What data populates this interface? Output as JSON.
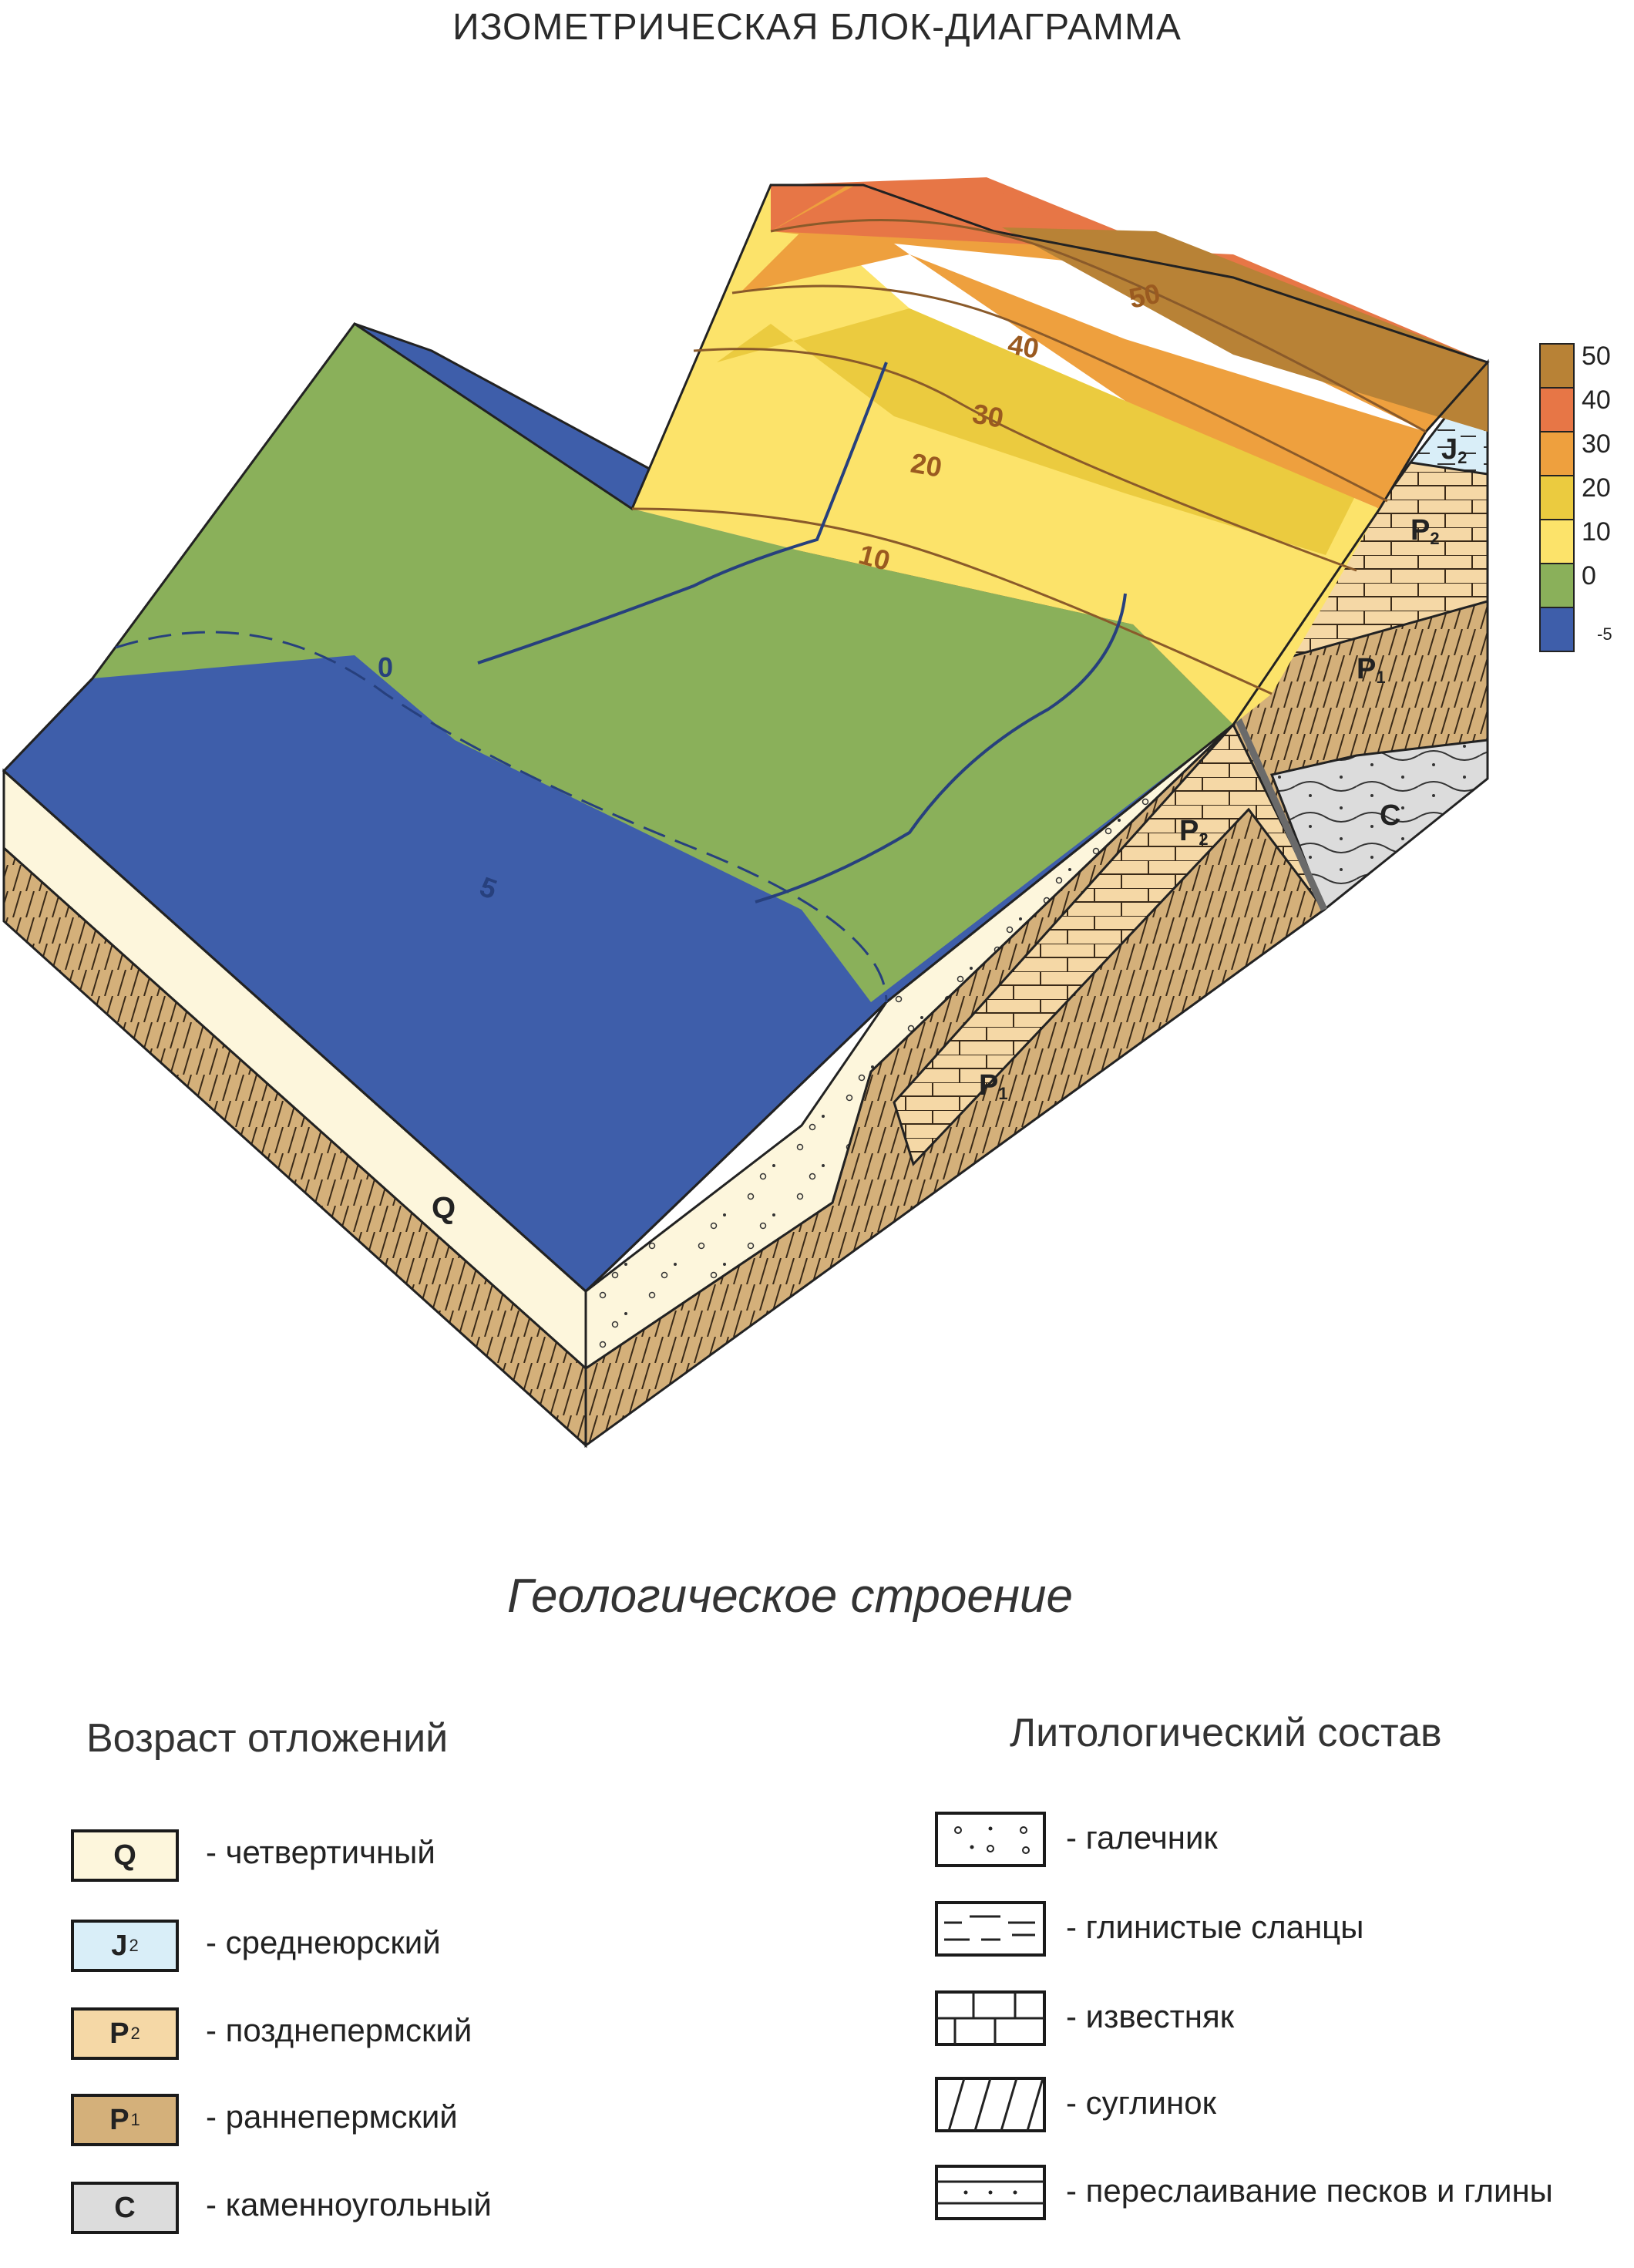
{
  "title": "ИЗОМЕТРИЧЕСКАЯ БЛОК-ДИАГРАММА",
  "scale": {
    "values": [
      "50",
      "40",
      "30",
      "20",
      "10",
      "0",
      "-5"
    ],
    "colors": [
      "#b88236",
      "#e77646",
      "#eea03e",
      "#ebcb3f",
      "#fce36a",
      "#8ab05a",
      "#3e5eaa"
    ]
  },
  "contours": [
    "50",
    "40",
    "30",
    "20",
    "10",
    "0",
    "5"
  ],
  "layers": {
    "q": "Q",
    "j2": "J",
    "j2_sub": "2",
    "p2": "P",
    "p2_sub": "2",
    "p1": "P",
    "p1_sub": "1",
    "c": "C"
  },
  "subtitle": "Геологическое строение",
  "age_legend": {
    "heading": "Возраст отложений",
    "items": [
      {
        "code": "Q",
        "sub": "",
        "label": "- четвертичный",
        "color": "#fdf6dc"
      },
      {
        "code": "J",
        "sub": "2",
        "label": "- среднеюрский",
        "color": "#d9eef8"
      },
      {
        "code": "P",
        "sub": "2",
        "label": "- позднепермский",
        "color": "#f5d8a6"
      },
      {
        "code": "P",
        "sub": "1",
        "label": "- раннепермский",
        "color": "#d4b07a"
      },
      {
        "code": "C",
        "sub": "",
        "label": "- каменноугольный",
        "color": "#dcdcdc"
      }
    ]
  },
  "lith_legend": {
    "heading": "Литологический состав",
    "items": [
      {
        "label": "- галечник",
        "pattern": "pebbles"
      },
      {
        "label": "- глинистые сланцы",
        "pattern": "shale"
      },
      {
        "label": "- известняк",
        "pattern": "limestone"
      },
      {
        "label": "- суглинок",
        "pattern": "loam"
      },
      {
        "label": "- переслаивание песков и глины",
        "pattern": "sand-clay"
      }
    ]
  }
}
